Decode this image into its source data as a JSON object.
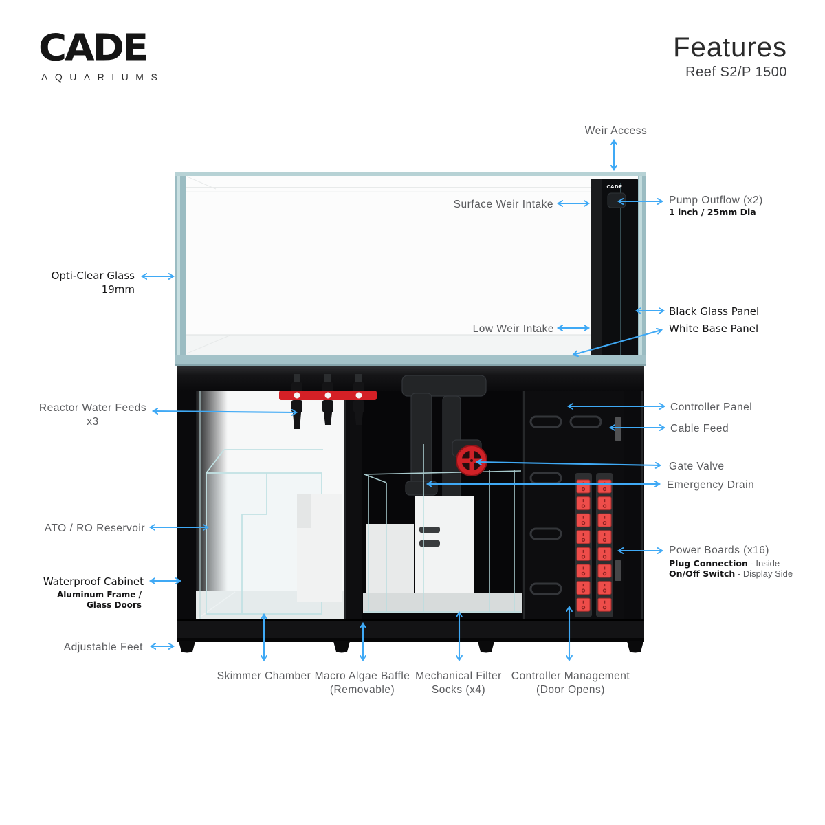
{
  "header": {
    "logo_text": "CADE",
    "logo_subtext": "AQUARIUMS",
    "title": "Features",
    "subtitle": "Reef S2/P 1500"
  },
  "product": {
    "weir_logo": "CADE"
  },
  "labels": {
    "weir_access": "Weir Access",
    "surface_weir_intake": "Surface Weir Intake",
    "pump_outflow": "Pump Outflow (x2)",
    "pump_outflow_sub": "1 inch / 25mm Dia",
    "opti_clear_glass_1": "Opti-Clear Glass",
    "opti_clear_glass_2": "19mm",
    "black_glass_panel": "Black Glass Panel",
    "white_base_panel": "White Base Panel",
    "low_weir_intake": "Low Weir Intake",
    "reactor_water_feeds_1": "Reactor Water Feeds",
    "reactor_water_feeds_2": "x3",
    "controller_panel": "Controller Panel",
    "cable_feed": "Cable Feed",
    "gate_valve": "Gate Valve",
    "emergency_drain": "Emergency Drain",
    "ato_ro_reservoir": "ATO / RO Reservoir",
    "power_boards": "Power Boards (x16)",
    "power_boards_sub1_bold": "Plug Connection",
    "power_boards_sub1_rest": " - Inside",
    "power_boards_sub2_bold": "On/Off Switch",
    "power_boards_sub2_rest": " - Display Side",
    "waterproof_cabinet": "Waterproof Cabinet",
    "waterproof_cabinet_sub1": "Aluminum Frame /",
    "waterproof_cabinet_sub2": "Glass Doors",
    "adjustable_feet": "Adjustable Feet",
    "skimmer_chamber": "Skimmer Chamber",
    "macro_algae_baffle_1": "Macro Algae Baffle",
    "macro_algae_baffle_2": "(Removable)",
    "mechanical_filter_socks_1": "Mechanical Filter",
    "mechanical_filter_socks_2": "Socks (x4)",
    "controller_management_1": "Controller Management",
    "controller_management_2": "(Door Opens)"
  },
  "colors": {
    "arrow_blue": "#3FA9F5",
    "label_gray": "#5a5b5e",
    "label_black": "#141415",
    "glass_teal": "#a3c2c8",
    "switch_red": "#ee4d4a",
    "valve_red": "#d02127",
    "cabinet_black": "#0b0b0d"
  }
}
